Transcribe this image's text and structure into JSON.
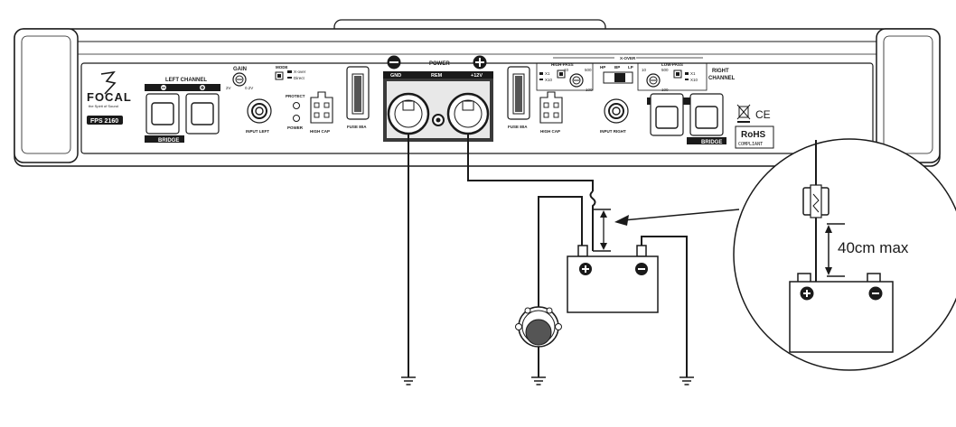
{
  "amplifier": {
    "brand": "FOCAL",
    "tagline": "the Spirit of Sound",
    "model": "FPS 2160",
    "left_channel": "LEFT CHANNEL",
    "right_channel_1": "RIGHT",
    "right_channel_2": "CHANNEL",
    "bridge": "BRIDGE",
    "gain": "GAIN",
    "gain_min": "2V",
    "gain_max": "0.2V",
    "mode": "MODE",
    "mode_xover": "X-over",
    "mode_direct": "Direct",
    "protect": "PROTECT",
    "power_led": "POWER",
    "input_left": "INPUT LEFT",
    "input_right": "INPUT RIGHT",
    "high_cap_left": "HIGH CAP",
    "high_cap_right": "HIGH CAP",
    "fuse_left": "FUSE 80A",
    "fuse_right": "FUSE 80A",
    "power": "POWER",
    "gnd": "GND",
    "rem": "REM",
    "plus12v": "+12V",
    "xover": "X-OVER",
    "high_pass": "HIGH-PASS",
    "low_pass": "LOW-PASS",
    "hp": "HP",
    "bp": "BP",
    "lp": "LP",
    "x1": "X1",
    "x10": "X10",
    "freq_low": "10",
    "freq_mid": "100",
    "freq_high": "500",
    "rohs": "RoHS",
    "compliant": "COMPLIANT",
    "ce": "CE"
  },
  "wiring": {
    "distance_label": "40cm max"
  },
  "colors": {
    "line": "#1a1a1a",
    "panel": "#ffffff",
    "terminal_block": "#3a3a3a"
  }
}
